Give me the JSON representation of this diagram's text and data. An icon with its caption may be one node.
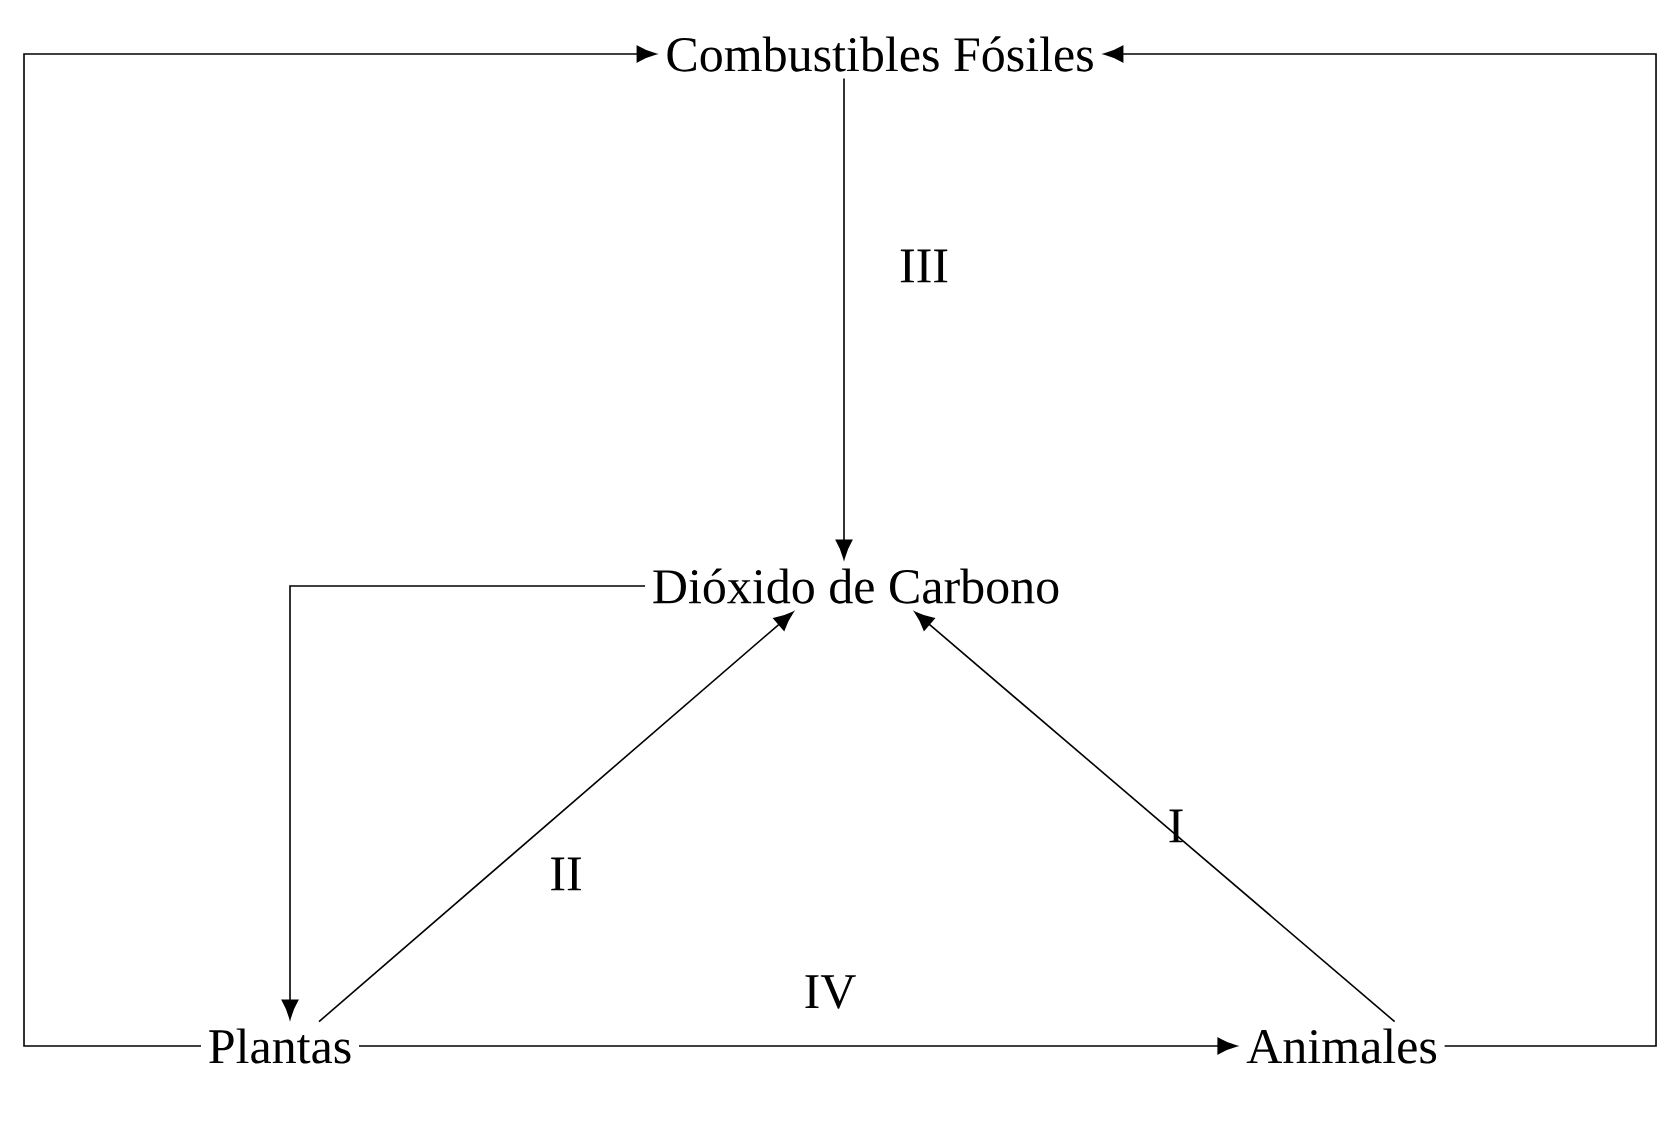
{
  "diagram": {
    "nodes": [
      {
        "text": [
          "Combustibles Fósiles"
        ]
      },
      {
        "text": [
          "Dióxido de Carbono"
        ]
      },
      {
        "text": [
          "Plantas"
        ]
      },
      {
        "text": [
          "Animales"
        ]
      }
    ],
    "edges": [
      {
        "from": 0,
        "to": 1,
        "arrow": "to",
        "label": "III"
      },
      {
        "from": 1,
        "to": 2,
        "arrow": "to"
      },
      {
        "from": 2,
        "to": 1,
        "arrow": "to",
        "label": "II"
      },
      {
        "from": 3,
        "to": 1,
        "arrow": "to",
        "label": "I"
      },
      {
        "from": 2,
        "to": 3,
        "arrow": "to",
        "label": "IV"
      },
      {
        "from": 2,
        "to": 0,
        "arrow": "to"
      },
      {
        "from": 3,
        "to": 0,
        "arrow": "to"
      }
    ]
  }
}
